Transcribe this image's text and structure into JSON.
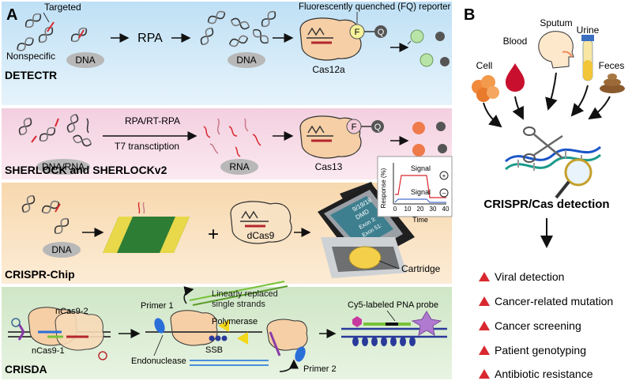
{
  "panelA": {
    "letter": "A",
    "detectr": {
      "targeted": "Targeted",
      "nonspecific": "Nonspecific",
      "dna1": "DNA",
      "rpa": "RPA",
      "dna2": "DNA",
      "fq": "Fluorescently quenched (FQ) reporter",
      "enzyme": "Cas12a",
      "f": "F",
      "q": "Q",
      "title": "DETECTR"
    },
    "sherlock": {
      "step1": "RPA/RT-RPA",
      "step2": "T7 transctiption",
      "dnarna": "DNA/RNA",
      "rna": "RNA",
      "enzyme": "Cas13",
      "f": "F",
      "q": "Q",
      "title": "SHERLOCK and SHERLOCKv2"
    },
    "chip": {
      "dna": "DNA",
      "plus": "+",
      "enzyme": "dCas9",
      "cartridge": "Cartridge",
      "title": "CRISPR-Chip",
      "screen1": "9/19/18",
      "screen2": "DMD",
      "screen3": "Exon 3:",
      "screen4": "Exon 51:",
      "graph": {
        "ylabel": "Response (%)",
        "xlabel": "Time",
        "ticks": [
          "0",
          "10",
          "20",
          "30",
          "40"
        ],
        "signal_pos": "Signal",
        "signal_neg": "Signal",
        "plus": "+",
        "minus": "−"
      }
    },
    "crisda": {
      "nCas92": "nCas9-2",
      "nCas91": "nCas9-1",
      "primer1": "Primer 1",
      "primer2": "Primer 2",
      "strands1": "Linearly replaced",
      "strands2": "single strands",
      "polymerase": "Polymerase",
      "ssb": "SSB",
      "endonuclease": "Endonuclease",
      "probe": "Cy5-labeled PNA probe",
      "title": "CRISDA"
    }
  },
  "panelB": {
    "letter": "B",
    "sources": [
      "Cell",
      "Blood",
      "Sputum",
      "Urine",
      "Feces"
    ],
    "center": "CRISPR/Cas detection",
    "applications": [
      "Viral detection",
      "Cancer-related mutation",
      "Cancer screening",
      "Patient genotyping",
      "Antibiotic resistance"
    ]
  },
  "colors": {
    "detectr_bg": "#cfe7f6",
    "sherlock_bg": "#f7dbe6",
    "chip_bg": "#f9e0bd",
    "crisda_bg": "#d9ecd2",
    "cas_body": "#f6cfa6",
    "triangle": "#d9282f"
  }
}
